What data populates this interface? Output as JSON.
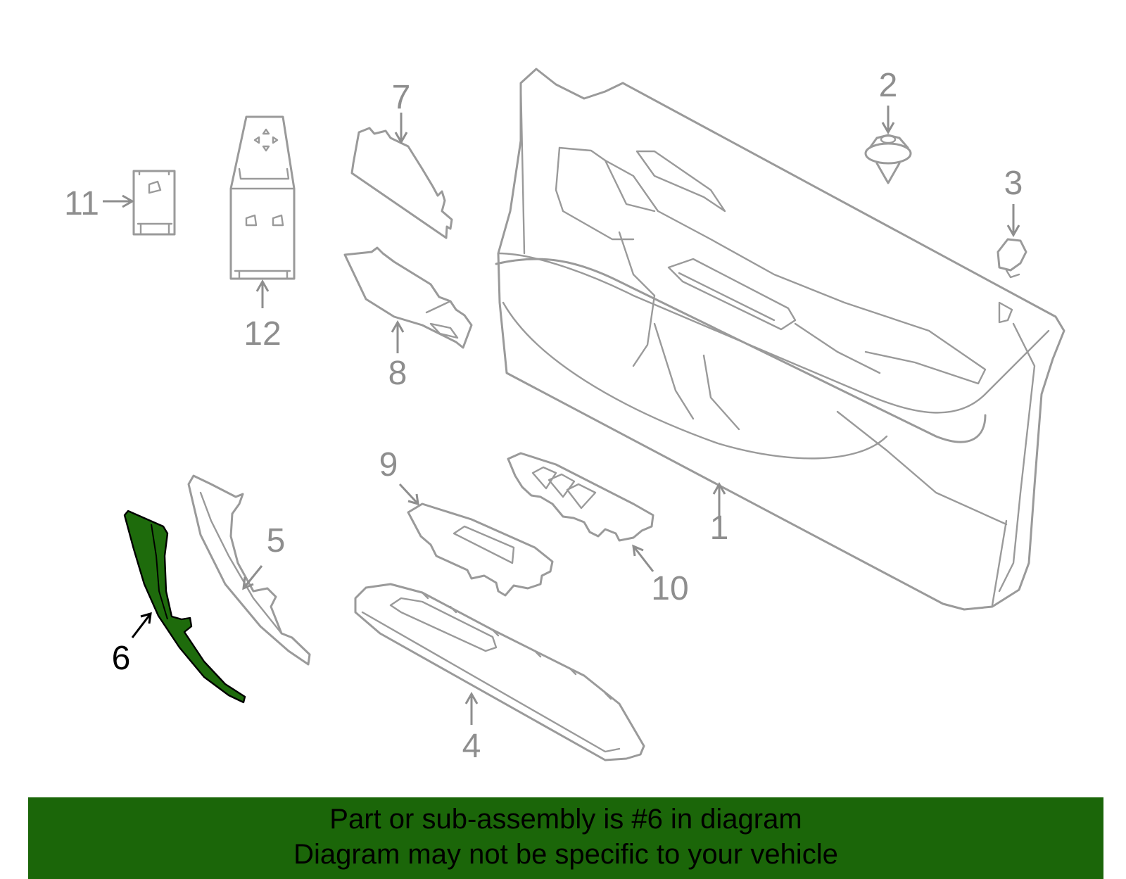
{
  "colors": {
    "highlight": "#1e6b0c",
    "banner": "#1b6609",
    "line": "#9a9a9a",
    "callout": "#8e8e8e"
  },
  "callouts": {
    "c1": "1",
    "c2": "2",
    "c3": "3",
    "c4": "4",
    "c5": "5",
    "c6": "6",
    "c7": "7",
    "c8": "8",
    "c9": "9",
    "c10": "10",
    "c11": "11",
    "c12": "12"
  },
  "banner": {
    "line1": "Part or sub-assembly is #6 in diagram",
    "line2": "Diagram may not be specific to your vehicle"
  }
}
